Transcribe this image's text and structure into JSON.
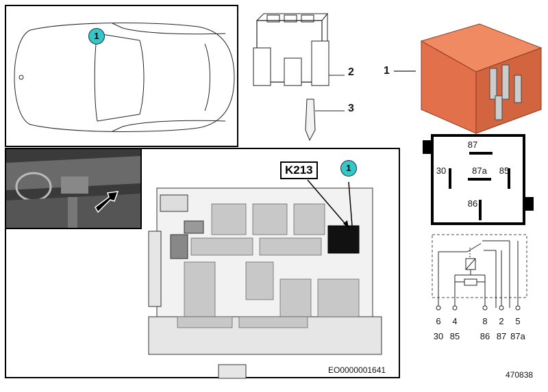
{
  "car_view": {
    "callout": "1"
  },
  "connector": {
    "part_label_2": "2",
    "part_label_3": "3"
  },
  "relay": {
    "part_label": "1",
    "contact_labels": {
      "87": "87",
      "30": "30",
      "87a": "87a",
      "85": "85",
      "86": "86"
    }
  },
  "fuse_box": {
    "component": "K213",
    "callout": "1",
    "document_number": "EO0000001641"
  },
  "schematic": {
    "pin_numbers": [
      "6",
      "4",
      "8",
      "2",
      "5"
    ],
    "terminal_names": [
      "30",
      "85",
      "86",
      "87",
      "87a"
    ]
  },
  "figure_number": "470838",
  "colors": {
    "callout_fill": "#37c6c6",
    "relay_body": "#e2704a"
  }
}
